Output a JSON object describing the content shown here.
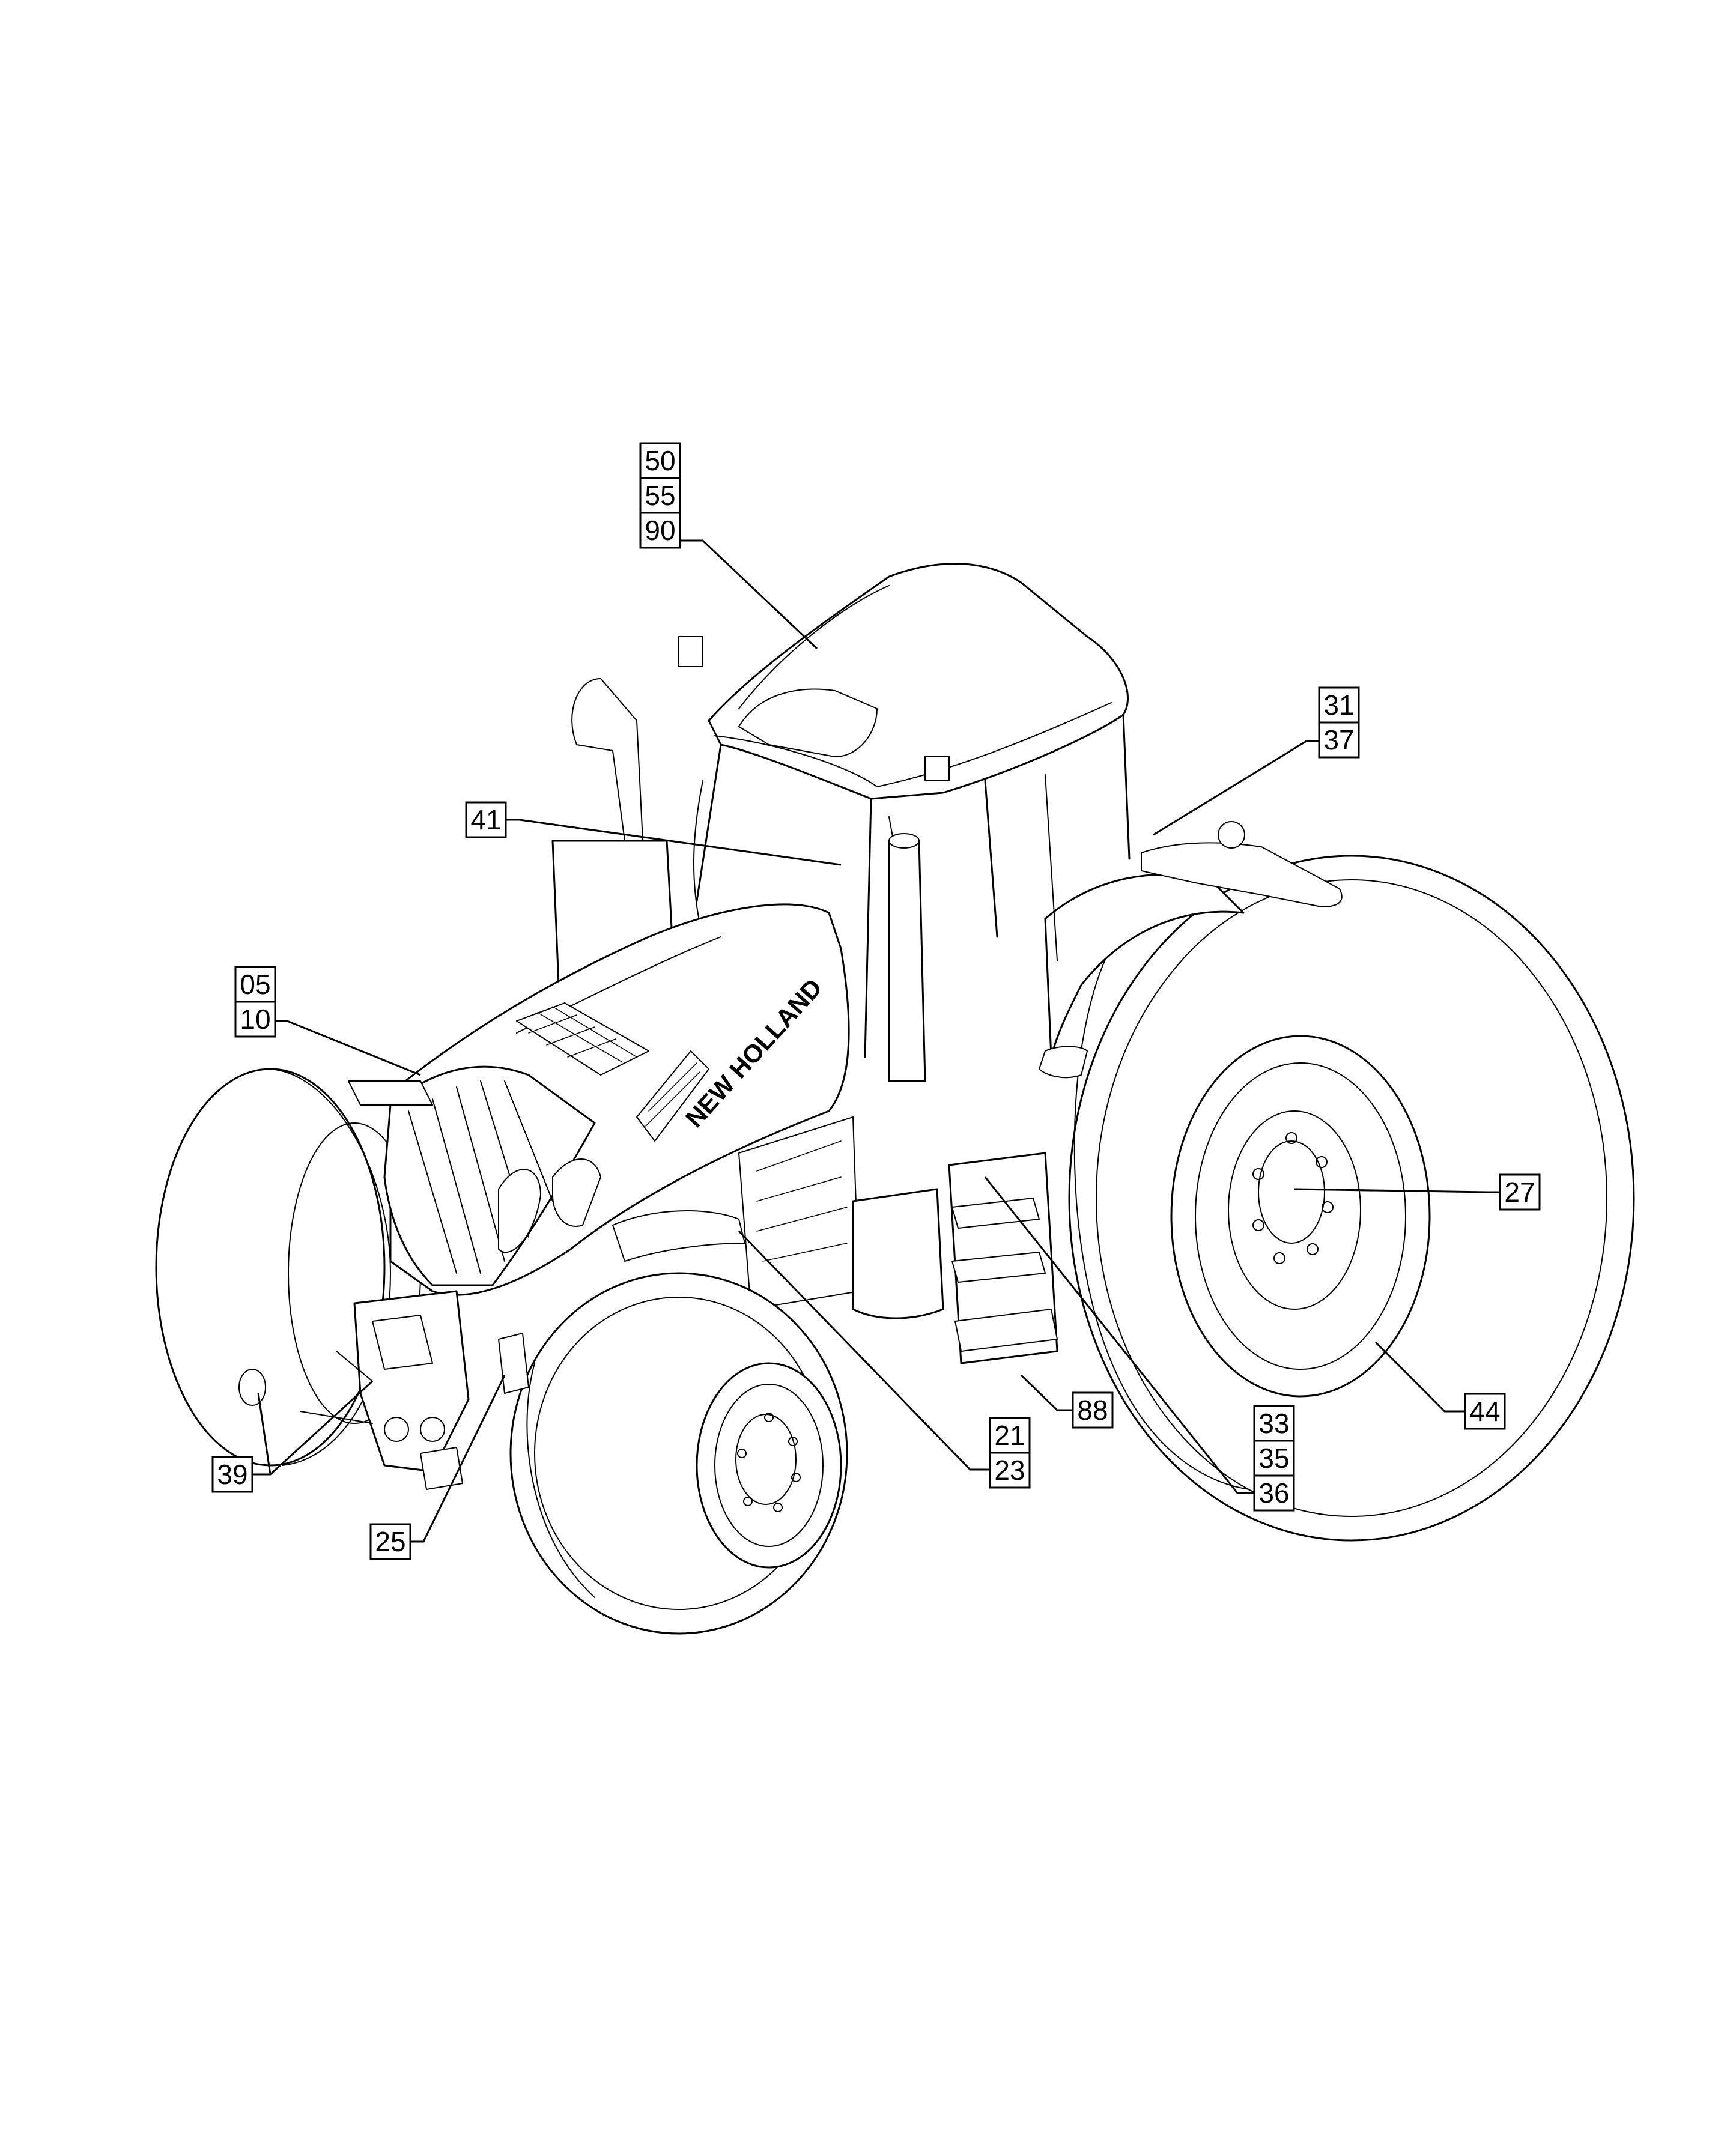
{
  "brand_decal": "NEW HOLLAND",
  "callouts": [
    {
      "id": "c-50-55-90",
      "labels": [
        "50",
        "55",
        "90"
      ]
    },
    {
      "id": "c-31-37",
      "labels": [
        "31",
        "37"
      ]
    },
    {
      "id": "c-41",
      "labels": [
        "41"
      ]
    },
    {
      "id": "c-05-10",
      "labels": [
        "05",
        "10"
      ]
    },
    {
      "id": "c-27",
      "labels": [
        "27"
      ]
    },
    {
      "id": "c-88",
      "labels": [
        "88"
      ]
    },
    {
      "id": "c-44",
      "labels": [
        "44"
      ]
    },
    {
      "id": "c-21-23",
      "labels": [
        "21",
        "23"
      ]
    },
    {
      "id": "c-33-35-36",
      "labels": [
        "33",
        "35",
        "36"
      ]
    },
    {
      "id": "c-39",
      "labels": [
        "39"
      ]
    },
    {
      "id": "c-25",
      "labels": [
        "25"
      ]
    }
  ]
}
